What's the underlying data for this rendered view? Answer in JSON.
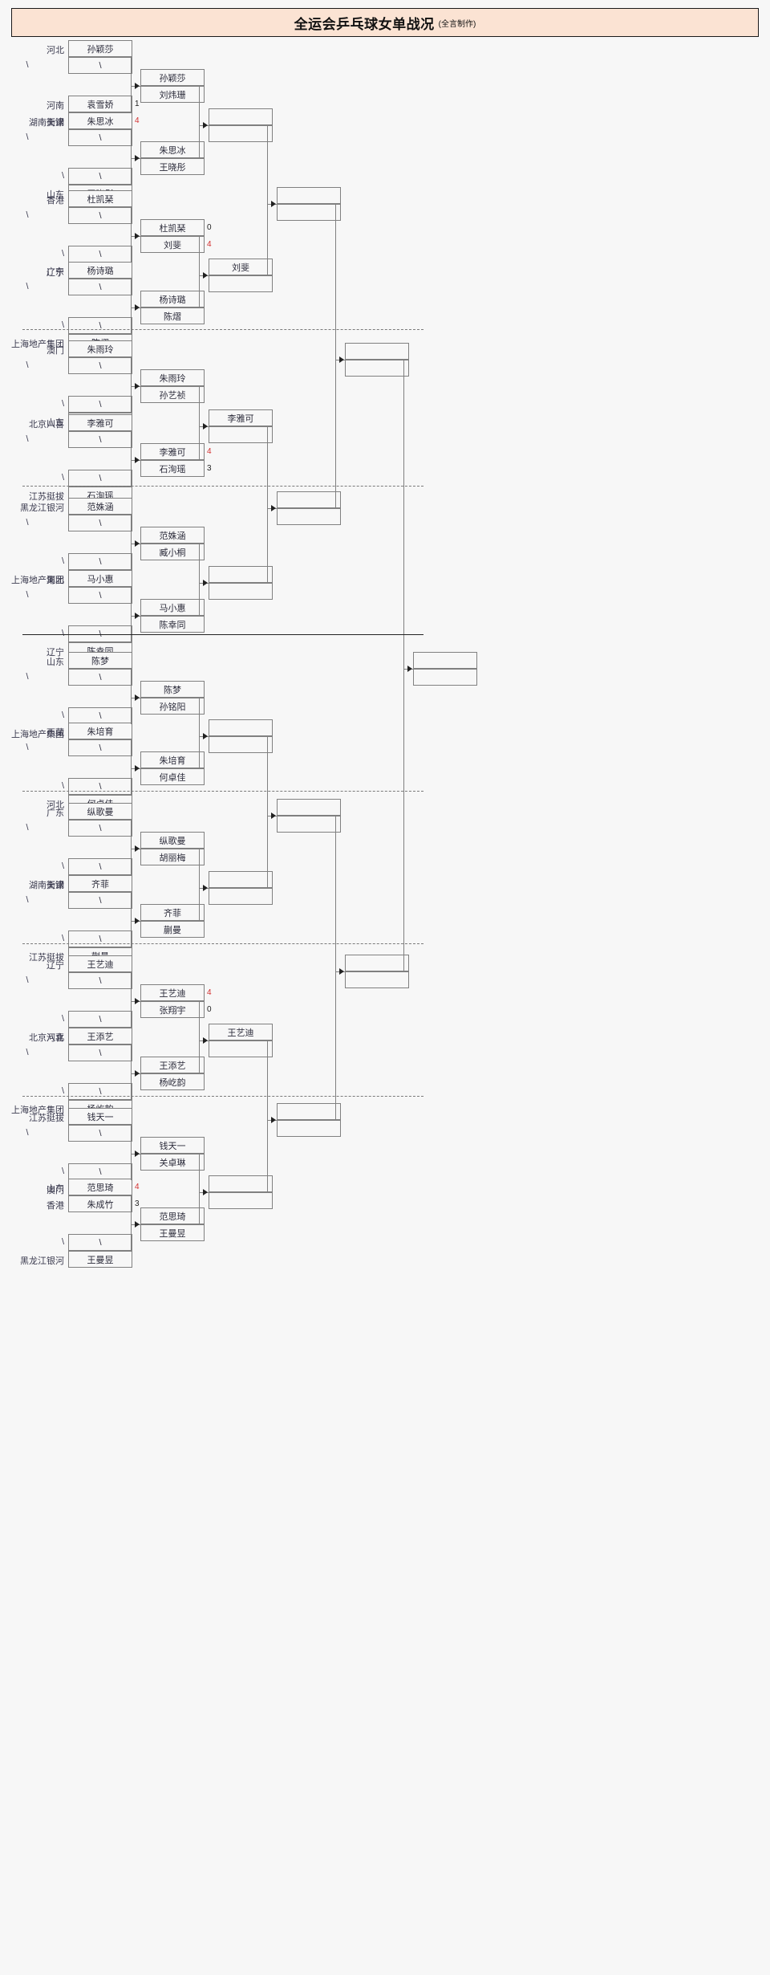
{
  "title": {
    "main": "全运会乒乓球女单战况",
    "sub": "(全言制作)"
  },
  "colors": {
    "title_bg": "#fbe3d3",
    "page_bg": "#f7f7f7",
    "box_border": "#808080",
    "win_score": "#d32f2f",
    "lose_score": "#222222"
  },
  "bracket": {
    "round1": [
      {
        "region_top": "河北",
        "region_bot": "\\",
        "name_top": "孙颖莎",
        "name_bot": "\\",
        "score_top": "",
        "score_bot": ""
      },
      {
        "region_top": "河南",
        "region_bot": "天津",
        "name_top": "袁雪娇",
        "name_bot": "刘炜珊",
        "score_top": "1",
        "score_bot": "4"
      },
      {
        "region_top": "湖南衡钢",
        "region_bot": "\\",
        "name_top": "朱思冰",
        "name_bot": "\\",
        "score_top": "",
        "score_bot": ""
      },
      {
        "region_top": "\\",
        "region_bot": "山东",
        "name_top": "\\",
        "name_bot": "王晓彤",
        "score_top": "",
        "score_bot": ""
      },
      {
        "region_top": "香港",
        "region_bot": "\\",
        "name_top": "杜凯琹",
        "name_bot": "\\",
        "score_top": "",
        "score_bot": ""
      },
      {
        "region_top": "\\",
        "region_bot": "辽宁",
        "name_top": "\\",
        "name_bot": "刘斐",
        "score_top": "",
        "score_bot": ""
      },
      {
        "region_top": "广东",
        "region_bot": "\\",
        "name_top": "杨诗璐",
        "name_bot": "\\",
        "score_top": "",
        "score_bot": ""
      },
      {
        "region_top": "\\",
        "region_bot": "上海地产集团",
        "name_top": "\\",
        "name_bot": "陈熠",
        "score_top": "",
        "score_bot": ""
      },
      {
        "region_top": "澳门",
        "region_bot": "\\",
        "name_top": "朱雨玲",
        "name_bot": "\\",
        "score_top": "",
        "score_bot": ""
      },
      {
        "region_top": "\\",
        "region_bot": "山东",
        "name_top": "\\",
        "name_bot": "孙艺祯",
        "score_top": "",
        "score_bot": ""
      },
      {
        "region_top": "北京八喜",
        "region_bot": "\\",
        "name_top": "李雅可",
        "name_bot": "\\",
        "score_top": "",
        "score_bot": ""
      },
      {
        "region_top": "\\",
        "region_bot": "江苏挺拔",
        "name_top": "\\",
        "name_bot": "石洵瑶",
        "score_top": "",
        "score_bot": ""
      },
      {
        "region_top": "黑龙江银河",
        "region_bot": "\\",
        "name_top": "范姝涵",
        "name_bot": "\\",
        "score_top": "",
        "score_bot": ""
      },
      {
        "region_top": "\\",
        "region_bot": "河北",
        "name_top": "\\",
        "name_bot": "臧小桐",
        "score_top": "",
        "score_bot": ""
      },
      {
        "region_top": "上海地产集团",
        "region_bot": "\\",
        "name_top": "马小惠",
        "name_bot": "\\",
        "score_top": "",
        "score_bot": ""
      },
      {
        "region_top": "\\",
        "region_bot": "辽宁",
        "name_top": "\\",
        "name_bot": "陈幸同",
        "score_top": "",
        "score_bot": ""
      },
      {
        "region_top": "山东",
        "region_bot": "\\",
        "name_top": "陈梦",
        "name_bot": "\\",
        "score_top": "",
        "score_bot": ""
      },
      {
        "region_top": "\\",
        "region_bot": "上海地产集团",
        "name_top": "\\",
        "name_bot": "孙铭阳",
        "score_top": "",
        "score_bot": ""
      },
      {
        "region_top": "西藏",
        "region_bot": "\\",
        "name_top": "朱培育",
        "name_bot": "\\",
        "score_top": "",
        "score_bot": ""
      },
      {
        "region_top": "\\",
        "region_bot": "河北",
        "name_top": "\\",
        "name_bot": "何卓佳",
        "score_top": "",
        "score_bot": ""
      },
      {
        "region_top": "广东",
        "region_bot": "\\",
        "name_top": "纵歌曼",
        "name_bot": "\\",
        "score_top": "",
        "score_bot": ""
      },
      {
        "region_top": "\\",
        "region_bot": "湖南衡钢",
        "name_top": "\\",
        "name_bot": "胡丽梅",
        "score_top": "",
        "score_bot": ""
      },
      {
        "region_top": "天津",
        "region_bot": "\\",
        "name_top": "齐菲",
        "name_bot": "\\",
        "score_top": "",
        "score_bot": ""
      },
      {
        "region_top": "\\",
        "region_bot": "江苏挺拔",
        "name_top": "\\",
        "name_bot": "蒯曼",
        "score_top": "",
        "score_bot": ""
      },
      {
        "region_top": "辽宁",
        "region_bot": "\\",
        "name_top": "王艺迪",
        "name_bot": "\\",
        "score_top": "",
        "score_bot": ""
      },
      {
        "region_top": "\\",
        "region_bot": "北京八喜",
        "name_top": "\\",
        "name_bot": "张翔宇",
        "score_top": "",
        "score_bot": ""
      },
      {
        "region_top": "河北",
        "region_bot": "\\",
        "name_top": "王添艺",
        "name_bot": "\\",
        "score_top": "",
        "score_bot": ""
      },
      {
        "region_top": "\\",
        "region_bot": "上海地产集团",
        "name_top": "\\",
        "name_bot": "杨屹韵",
        "score_top": "",
        "score_bot": ""
      },
      {
        "region_top": "江苏挺拔",
        "region_bot": "\\",
        "name_top": "钱天一",
        "name_bot": "\\",
        "score_top": "",
        "score_bot": ""
      },
      {
        "region_top": "\\",
        "region_bot": "澳门",
        "name_top": "\\",
        "name_bot": "关卓琳",
        "score_top": "",
        "score_bot": ""
      },
      {
        "region_top": "山东",
        "region_bot": "香港",
        "name_top": "范思琦",
        "name_bot": "朱成竹",
        "score_top": "4",
        "score_bot": "3"
      },
      {
        "region_top": "\\",
        "region_bot": "黑龙江银河",
        "name_top": "\\",
        "name_bot": "王曼昱",
        "score_top": "",
        "score_bot": ""
      }
    ],
    "round2": [
      {
        "top": "孙颖莎",
        "bot": "刘炜珊",
        "score_top": "",
        "score_bot": ""
      },
      {
        "top": "朱思冰",
        "bot": "王晓彤",
        "score_top": "",
        "score_bot": ""
      },
      {
        "top": "杜凯琹",
        "bot": "刘斐",
        "score_top": "0",
        "score_bot": "4"
      },
      {
        "top": "杨诗璐",
        "bot": "陈熠",
        "score_top": "",
        "score_bot": ""
      },
      {
        "top": "朱雨玲",
        "bot": "孙艺祯",
        "score_top": "",
        "score_bot": ""
      },
      {
        "top": "李雅可",
        "bot": "石洵瑶",
        "score_top": "4",
        "score_bot": "3"
      },
      {
        "top": "范姝涵",
        "bot": "臧小桐",
        "score_top": "",
        "score_bot": ""
      },
      {
        "top": "马小惠",
        "bot": "陈幸同",
        "score_top": "",
        "score_bot": ""
      },
      {
        "top": "陈梦",
        "bot": "孙铭阳",
        "score_top": "",
        "score_bot": ""
      },
      {
        "top": "朱培育",
        "bot": "何卓佳",
        "score_top": "",
        "score_bot": ""
      },
      {
        "top": "纵歌曼",
        "bot": "胡丽梅",
        "score_top": "",
        "score_bot": ""
      },
      {
        "top": "齐菲",
        "bot": "蒯曼",
        "score_top": "",
        "score_bot": ""
      },
      {
        "top": "王艺迪",
        "bot": "张翔宇",
        "score_top": "4",
        "score_bot": "0"
      },
      {
        "top": "王添艺",
        "bot": "杨屹韵",
        "score_top": "",
        "score_bot": ""
      },
      {
        "top": "钱天一",
        "bot": "关卓琳",
        "score_top": "",
        "score_bot": ""
      },
      {
        "top": "范思琦",
        "bot": "王曼昱",
        "score_top": "",
        "score_bot": ""
      }
    ],
    "round3": [
      {
        "top": "",
        "bot": ""
      },
      {
        "top": "刘斐",
        "bot": ""
      },
      {
        "top": "李雅可",
        "bot": ""
      },
      {
        "top": "",
        "bot": ""
      },
      {
        "top": "",
        "bot": ""
      },
      {
        "top": "",
        "bot": ""
      },
      {
        "top": "王艺迪",
        "bot": ""
      },
      {
        "top": "",
        "bot": ""
      }
    ],
    "round4": [
      {
        "top": "",
        "bot": ""
      },
      {
        "top": "",
        "bot": ""
      },
      {
        "top": "",
        "bot": ""
      },
      {
        "top": "",
        "bot": ""
      }
    ],
    "round5": [
      {
        "top": "",
        "bot": ""
      },
      {
        "top": "",
        "bot": ""
      }
    ],
    "final": [
      {
        "top": "",
        "bot": ""
      }
    ]
  }
}
